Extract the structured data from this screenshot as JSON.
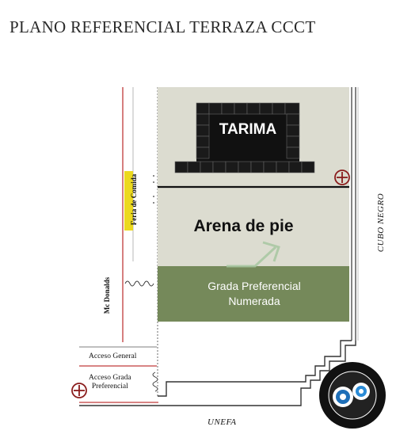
{
  "title": "PLANO REFERENCIAL TERRAZA CCCT",
  "zones": {
    "tarima": "TARIMA",
    "arena": "Arena de pie",
    "grada_line1": "Grada Preferencial",
    "grada_line2": "Numerada"
  },
  "places": {
    "feria": "Feria de Comida",
    "mcdonalds": "Mc Donalds",
    "cubo_negro": "CUBO NEGRO",
    "acceso_general": "Acceso General",
    "acceso_grada_line1": "Acceso Grada",
    "acceso_grada_line2": "Preferencial",
    "unefa": "UNEFA"
  },
  "colors": {
    "arena": "#dcdcd0",
    "grada": "#75895a",
    "tarima": "#111111",
    "feria_bg": "#ecd91e",
    "walls": "#c03a3a"
  },
  "icons": [
    "first-aid-icon",
    "first-aid-icon",
    "directional-arrow-icon",
    "logo-icon"
  ]
}
